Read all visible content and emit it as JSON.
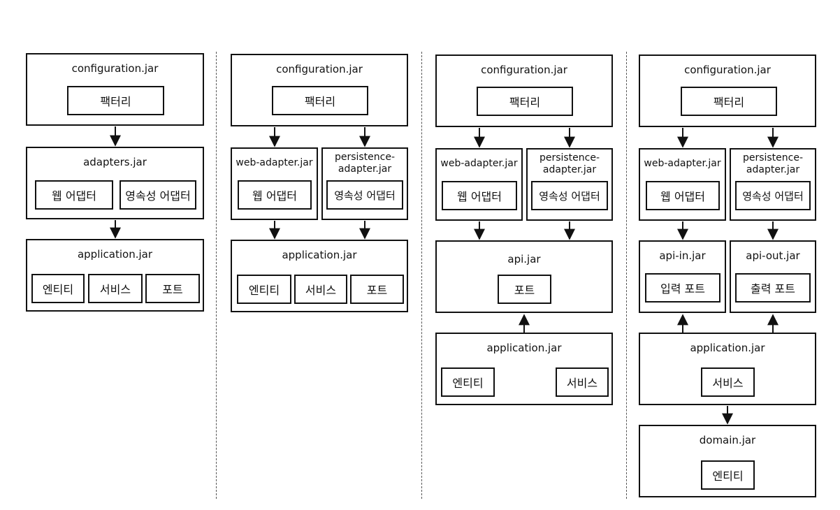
{
  "diagrams": [
    {
      "configuration": {
        "title": "configuration.jar",
        "factory": "팩터리"
      },
      "adapters": {
        "title": "adapters.jar",
        "web": "웹 어댑터",
        "persistence": "영속성 어댑터"
      },
      "application": {
        "title": "application.jar",
        "entity": "엔티티",
        "service": "서비스",
        "port": "포트"
      }
    },
    {
      "configuration": {
        "title": "configuration.jar",
        "factory": "팩터리"
      },
      "web_adapter": {
        "title": "web-adapter.jar",
        "content": "웹 어댑터"
      },
      "persistence_adapter": {
        "title_line1": "persistence-",
        "title_line2": "adapter.jar",
        "content": "영속성 어댑터"
      },
      "application": {
        "title": "application.jar",
        "entity": "엔티티",
        "service": "서비스",
        "port": "포트"
      }
    },
    {
      "configuration": {
        "title": "configuration.jar",
        "factory": "팩터리"
      },
      "web_adapter": {
        "title": "web-adapter.jar",
        "content": "웹 어댑터"
      },
      "persistence_adapter": {
        "title_line1": "persistence-",
        "title_line2": "adapter.jar",
        "content": "영속성 어댑터"
      },
      "api": {
        "title": "api.jar",
        "port": "포트"
      },
      "application": {
        "title": "application.jar",
        "entity": "엔티티",
        "service": "서비스"
      }
    },
    {
      "configuration": {
        "title": "configuration.jar",
        "factory": "팩터리"
      },
      "web_adapter": {
        "title": "web-adapter.jar",
        "content": "웹 어댑터"
      },
      "persistence_adapter": {
        "title_line1": "persistence-",
        "title_line2": "adapter.jar",
        "content": "영속성 어댑터"
      },
      "api_in": {
        "title": "api-in.jar",
        "content": "입력 포트"
      },
      "api_out": {
        "title": "api-out.jar",
        "content": "출력 포트"
      },
      "application": {
        "title": "application.jar",
        "service": "서비스"
      },
      "domain": {
        "title": "domain.jar",
        "entity": "엔티티"
      }
    }
  ]
}
